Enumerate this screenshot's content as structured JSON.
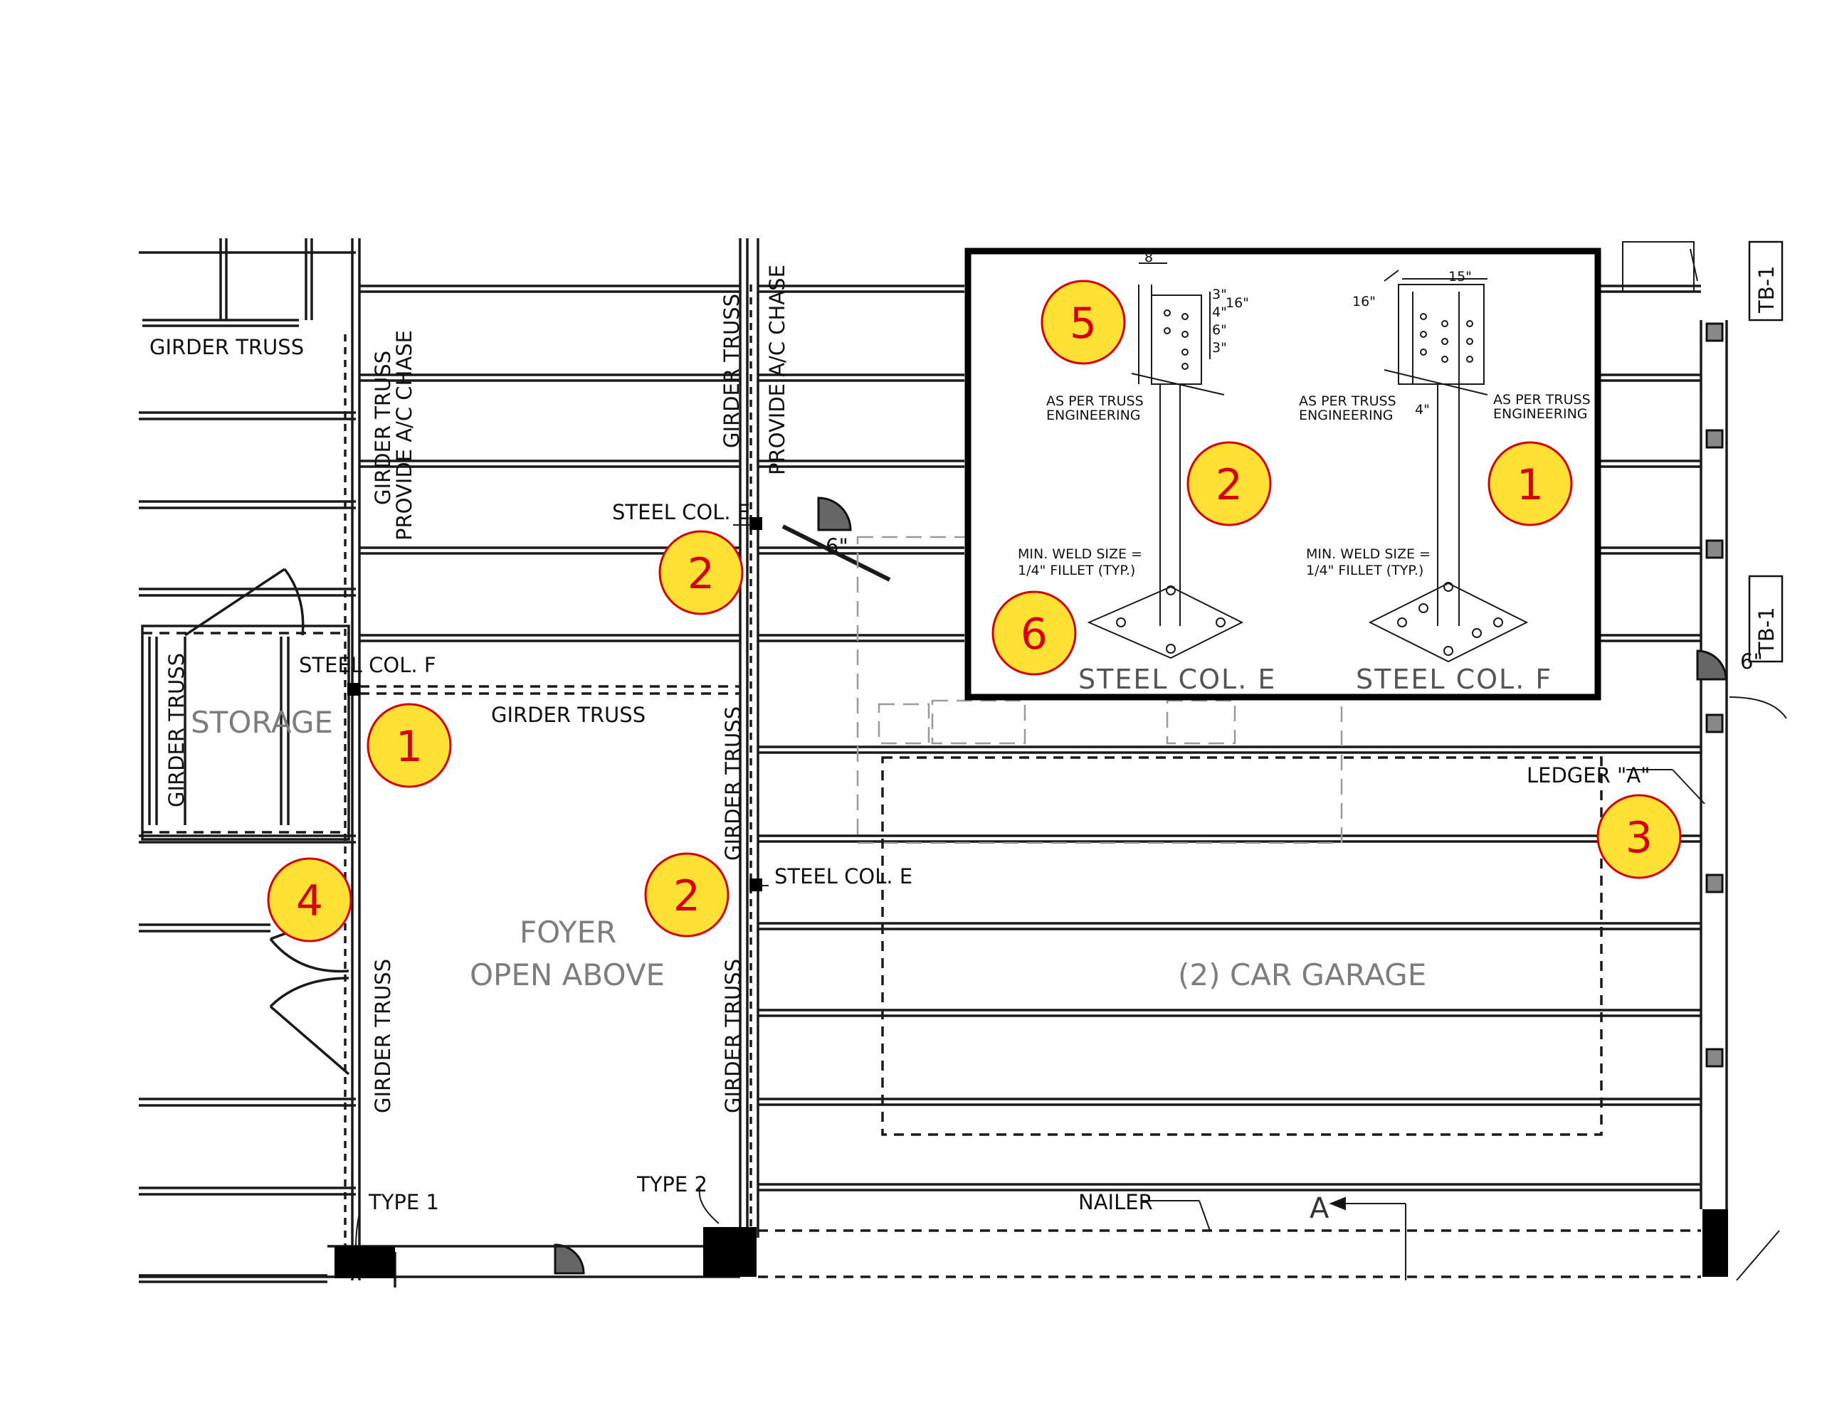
{
  "labels": {
    "girder_truss": "GIRDER TRUSS",
    "provide_chase": "PROVIDE A/C CHASE",
    "steel_col_e": "STEEL COL. E",
    "steel_col_f": "STEEL COL. F",
    "storage": "STORAGE",
    "foyer_line1": "FOYER",
    "foyer_line2": "OPEN ABOVE",
    "garage": "(2) CAR GARAGE",
    "ledger": "LEDGER \"A\"",
    "type1": "TYPE  1",
    "type2": "TYPE  2",
    "nailer": "NAILER",
    "section_a": "A",
    "tb1": "TB-1",
    "six_in": "6\""
  },
  "inset": {
    "as_per_truss_1": "AS PER TRUSS",
    "as_per_truss_2": "ENGINEERING",
    "weld_1": "MIN. WELD SIZE =",
    "weld_2": "1/4\" FILLET (TYP.)",
    "col_e_title": "STEEL COL. E",
    "col_f_title": "STEEL COL. F",
    "dims": {
      "d8": "8",
      "d3a": "3\"",
      "d4": "4\"",
      "d6": "6\"",
      "d3b": "3\"",
      "d16a": "16\"",
      "d15": "15\"",
      "d16b": "16\"",
      "d4b": "4\""
    }
  },
  "markers": [
    "1",
    "2",
    "2",
    "3",
    "4",
    "1",
    "2",
    "5",
    "6"
  ],
  "colors": {
    "marker_fill": "#ffe135",
    "marker_stroke": "#d40000",
    "line": "#1a1a1a",
    "room_text": "#7d7d7d"
  }
}
